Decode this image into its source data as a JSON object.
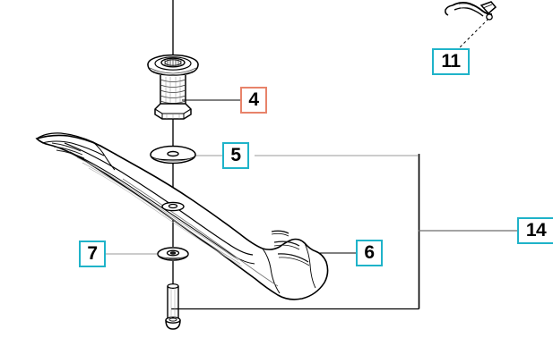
{
  "diagram": {
    "title": "Lawn mower blade assembly exploded parts diagram",
    "background_color": "#ffffff",
    "line_color": "#000000",
    "leader_color": "#808080",
    "callout_border_color": "#1fb3c9",
    "callout_highlight_color": "#e8836a",
    "callouts": [
      {
        "id": "callout-4",
        "label": "4",
        "state": "highlighted",
        "points_to": "blade-boss-adapter"
      },
      {
        "id": "callout-5",
        "label": "5",
        "state": "normal",
        "points_to": "upper-washer"
      },
      {
        "id": "callout-6",
        "label": "6",
        "state": "normal",
        "points_to": "mulching-blade"
      },
      {
        "id": "callout-7",
        "label": "7",
        "state": "normal",
        "points_to": "lower-washer"
      },
      {
        "id": "callout-11",
        "label": "11",
        "state": "normal",
        "points_to": "small-clip-part"
      },
      {
        "id": "callout-14",
        "label": "14",
        "state": "normal",
        "points_to": "blade-assembly-group"
      }
    ],
    "parts": [
      {
        "name": "blade-boss-adapter",
        "callout": "4"
      },
      {
        "name": "upper-washer",
        "callout": "5"
      },
      {
        "name": "mulching-blade",
        "callout": "6"
      },
      {
        "name": "lower-washer",
        "callout": "7"
      },
      {
        "name": "small-clip-part",
        "callout": "11"
      },
      {
        "name": "blade-bolt",
        "callout": ""
      },
      {
        "name": "blade-assembly-group-bracket",
        "callout": "14"
      }
    ]
  }
}
